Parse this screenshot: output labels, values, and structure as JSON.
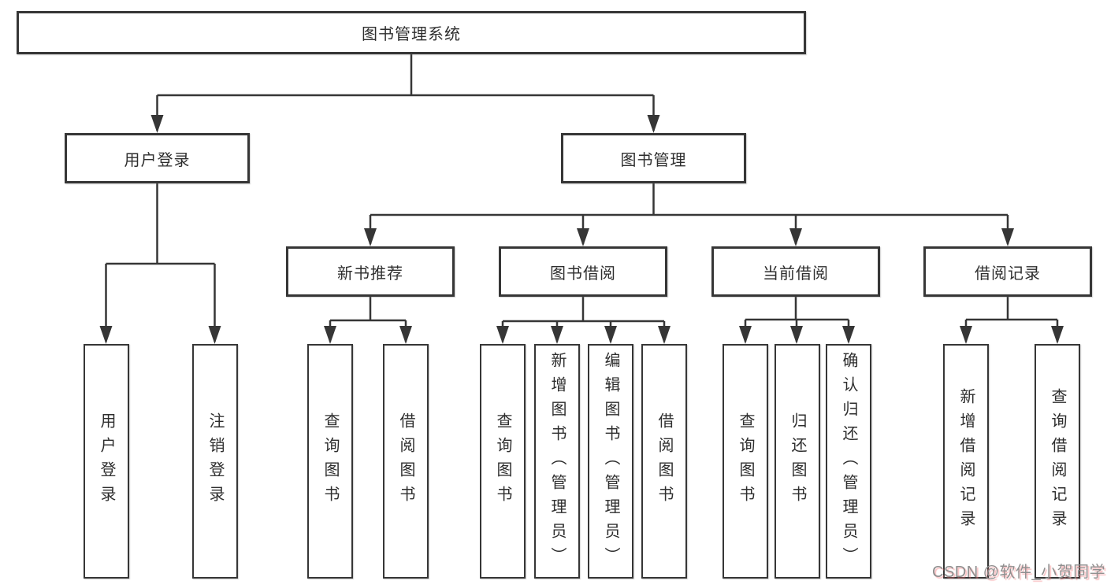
{
  "diagram_type": "hierarchy-tree",
  "hierarchy": {
    "label": "图书管理系统",
    "children": [
      {
        "label": "用户登录",
        "children": [
          {
            "label": "用户登录"
          },
          {
            "label": "注销登录"
          }
        ]
      },
      {
        "label": "图书管理",
        "children": [
          {
            "label": "新书推荐",
            "children": [
              {
                "label": "查询图书"
              },
              {
                "label": "借阅图书"
              }
            ]
          },
          {
            "label": "图书借阅",
            "children": [
              {
                "label": "查询图书"
              },
              {
                "label": "新增图书（管理员）"
              },
              {
                "label": "编辑图书（管理员）"
              },
              {
                "label": "借阅图书"
              }
            ]
          },
          {
            "label": "当前借阅",
            "children": [
              {
                "label": "查询图书"
              },
              {
                "label": "归还图书"
              },
              {
                "label": "确认归还（管理员）"
              }
            ]
          },
          {
            "label": "借阅记录",
            "children": [
              {
                "label": "新增借阅记录"
              },
              {
                "label": "查询借阅记录"
              }
            ]
          }
        ]
      }
    ]
  },
  "watermark": {
    "text": "CSDN @软件_小贺同学"
  },
  "colors": {
    "line": "#363636",
    "box_border": "#363636",
    "text": "#2e2e2e",
    "background": "#ffffff",
    "watermark_text": "#8f8f8f",
    "watermark_shadow": "#f46f74"
  }
}
